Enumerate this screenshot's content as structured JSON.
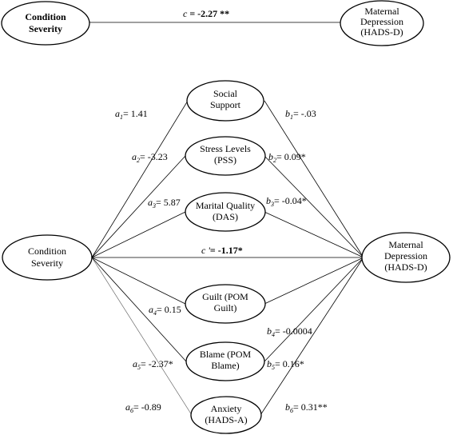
{
  "top_model": {
    "predictor": [
      "Condition",
      "Severity"
    ],
    "outcome": [
      "Maternal",
      "Depression",
      "(HADS-D)"
    ],
    "path_symbol": "c",
    "path_value": " = -2.27 **"
  },
  "bottom_model": {
    "predictor": [
      "Condition",
      "Severity"
    ],
    "outcome": [
      "Maternal",
      "Depression",
      "(HADS-D)"
    ],
    "direct_symbol": "c '",
    "direct_value": "= -1.17*",
    "mediators": [
      {
        "label": [
          "Social",
          "Support"
        ],
        "a_sub": "1",
        "a_value": "= 1.41",
        "b_sub": "1",
        "b_value": "= -.03"
      },
      {
        "label": [
          "Stress Levels",
          "(PSS)"
        ],
        "a_sub": "2",
        "a_value": "= -3.23",
        "b_sub": "2",
        "b_value": "= 0.09*"
      },
      {
        "label": [
          "Marital Quality",
          "(DAS)"
        ],
        "a_sub": "3",
        "a_value": "= 5.87",
        "b_sub": "3",
        "b_value": "= -0.04*"
      },
      {
        "label": [
          "Guilt (POM",
          "Guilt)"
        ],
        "a_sub": "4",
        "a_value": "= 0.15",
        "b_sub": "4",
        "b_value": "= -0.0004"
      },
      {
        "label": [
          "Blame (POM",
          "Blame)"
        ],
        "a_sub": "5",
        "a_value": "= -2.37*",
        "b_sub": "5",
        "b_value": "= 0.16*"
      },
      {
        "label": [
          "Anxiety",
          "(HADS-A)"
        ],
        "a_sub": "6",
        "a_value": "= -0.89",
        "b_sub": "6",
        "b_value": "= 0.31**"
      }
    ]
  }
}
